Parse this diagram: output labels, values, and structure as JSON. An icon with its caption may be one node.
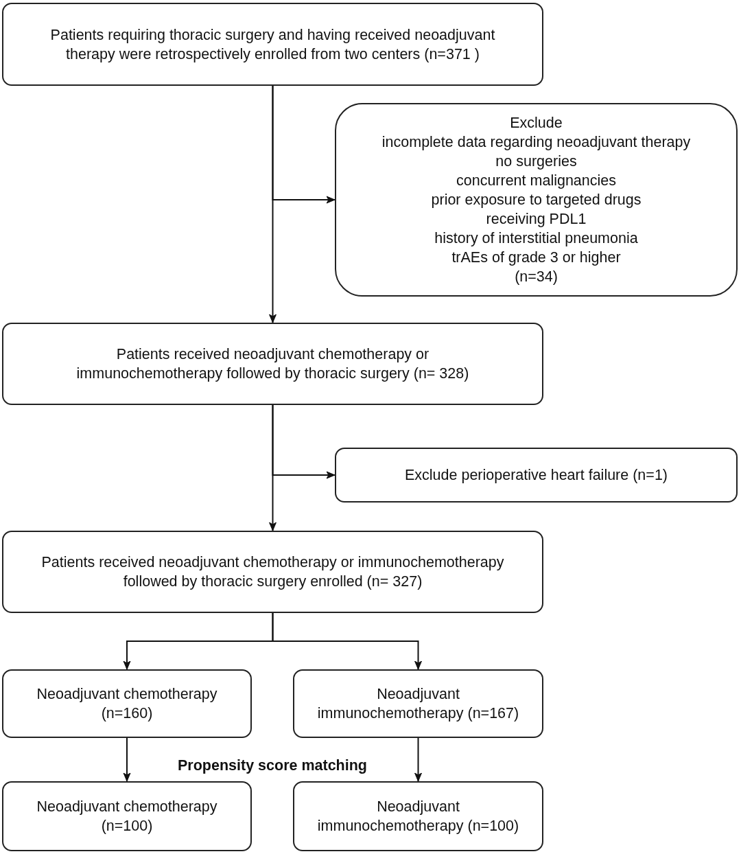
{
  "diagram": {
    "nodes": [
      {
        "text": [
          "Patients requiring thoracic surgery and having received neoadjuvant therapy were retrospectively enrolled from two centers (n=371 )"
        ]
      },
      {
        "text": [
          "Exclude",
          "incomplete data regarding neoadjuvant therapy",
          "no surgeries",
          "concurrent malignancies",
          "prior exposure to targeted drugs",
          "receiving PDL1",
          "history of interstitial pneumonia",
          "trAEs of grade 3 or higher",
          "(n=34)"
        ]
      },
      {
        "text": [
          "Patients received neoadjuvant chemotherapy or immunochemotherapy followed by thoracic surgery (n= 328)"
        ]
      },
      {
        "text": [
          "Exclude perioperative heart failure (n=1)"
        ]
      },
      {
        "text": [
          "Patients received neoadjuvant chemotherapy or immunochemotherapy followed by thoracic surgery enrolled (n= 327)"
        ]
      },
      {
        "text": [
          "Neoadjuvant chemotherapy (n=160)"
        ]
      },
      {
        "text": [
          "Neoadjuvant immunochemotherapy (n=167)"
        ]
      },
      {
        "text": [
          "Neoadjuvant chemotherapy (n=100)"
        ]
      },
      {
        "text": [
          "Neoadjuvant immunochemotherapy (n=100)"
        ]
      }
    ],
    "edges": [
      {
        "from": 0,
        "to": 2,
        "arrow": "to"
      },
      {
        "from": 0,
        "to": 1,
        "arrow": "to"
      },
      {
        "from": 2,
        "to": 4,
        "arrow": "to"
      },
      {
        "from": 2,
        "to": 3,
        "arrow": "to"
      },
      {
        "from": 4,
        "to": 5,
        "arrow": "to"
      },
      {
        "from": 4,
        "to": 6,
        "arrow": "to"
      },
      {
        "from": 5,
        "to": 7,
        "arrow": "to"
      },
      {
        "from": 6,
        "to": 8,
        "arrow": "to"
      }
    ],
    "labels": [
      "Propensity score matching"
    ]
  }
}
